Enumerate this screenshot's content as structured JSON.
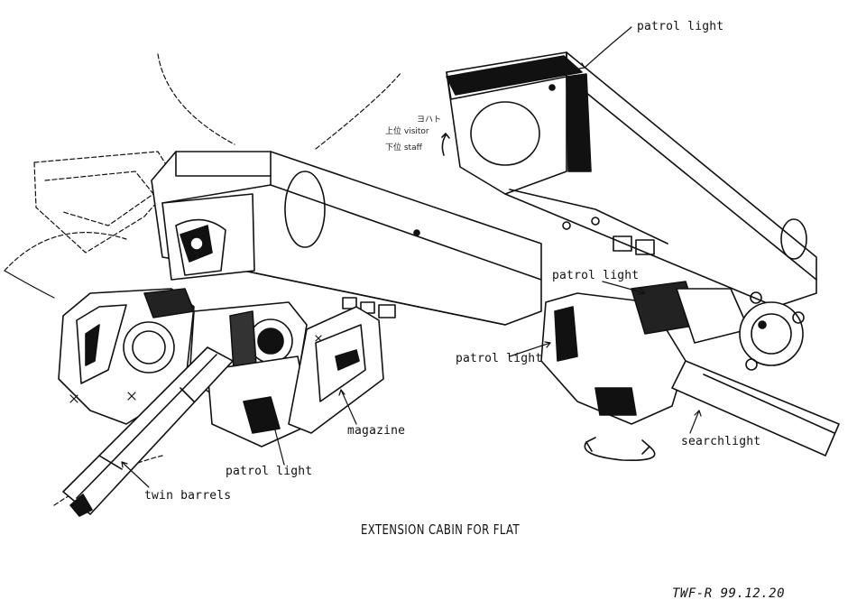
{
  "labels": {
    "patrol_light_top": "patrol light",
    "patrol_light_right_1": "patrol light",
    "patrol_light_right_2": "patrol light",
    "patrol_light_left": "patrol light",
    "magazine": "magazine",
    "twin_barrels": "twin barrels",
    "searchlight": "searchlight"
  },
  "notes": {
    "line1": "ヨハト",
    "line2": "上位 visitor",
    "line3": "下位 staff"
  },
  "title": "EXTENSION CABIN FOR FLAT",
  "signature": "TWF-R 99.12.20",
  "colors": {
    "ink": "#111111",
    "paper": "#ffffff"
  }
}
